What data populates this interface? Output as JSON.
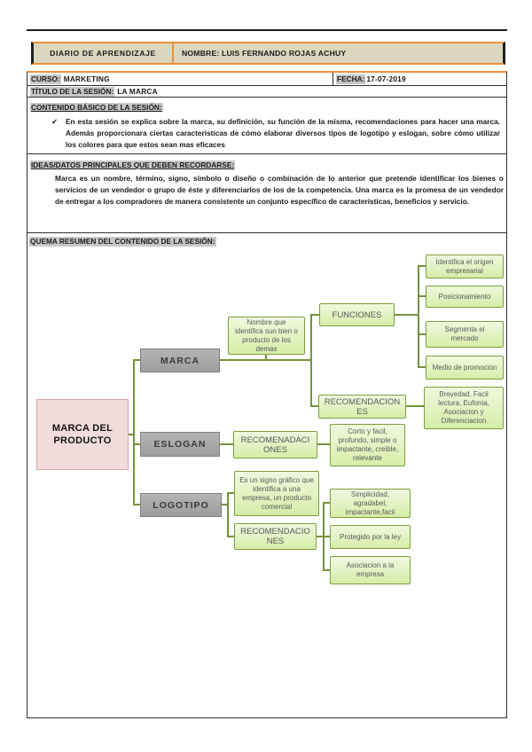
{
  "header": {
    "title": "DIARIO DE APRENDIZAJE",
    "name": "NOMBRE: LUIS FERNANDO ROJAS ACHUY"
  },
  "info": {
    "curso_label": "CURSO:",
    "curso_value": "MARKETING",
    "fecha_label": "FECHA:",
    "fecha_value": "17-07-2019",
    "titulo_label": "TÍTULO DE LA SESIÓN:",
    "titulo_value": "LA MARCA"
  },
  "contenido": {
    "heading": "CONTENIDO BÁSICO DE LA SESIÓN:",
    "bullet_icon": "✔",
    "text": "En esta sesión se explica sobre la marca, su definición, su función de la misma, recomendaciones para hacer una marca. Además proporcionara ciertas características de cómo elaborar diversos tipos de logotipo y eslogan, sobre cómo utilizar los colores para que estos sean mas eficaces"
  },
  "ideas": {
    "heading": "IDEAS/DATOS PRINCIPALES QUE DEBEN RECORDARSE:",
    "text": "Marca es un nombre, término, signo, símbolo o diseño o combinación de lo anterior que pretende identificar los bienes o servicios de un vendedor o grupo de éste y diferenciarlos de los de la competencia. Una marca es la promesa de un vendedor de entregar a los compradores de manera consistente un conjunto específico de características, beneficios y servicio."
  },
  "esquema": {
    "heading": "QUEMA RESUMEN DEL CONTENIDO DE LA SESIÓN:"
  },
  "diagram": {
    "root": "MARCA DEL PRODUCTO",
    "marca": {
      "label": "MARCA",
      "note": "Nombre que identifica sun bien o producto de los demas",
      "funciones_label": "FUNCIONES",
      "funciones_items": [
        "Identifica el origen empresarial",
        "Posicionamiento",
        "Segmenta el mercado",
        "Medio de promocion"
      ],
      "recomendaciones_label": "RECOMENDACIONES",
      "recomendaciones_detail": "Brevedad, Facil lectura, Eufonia, Asociacion y Diferenciacion"
    },
    "eslogan": {
      "label": "ESLOGAN",
      "recomendaciones_label": "RECOMENADACIONES",
      "recomendaciones_detail": "Corto y facil, profundo, simple o impactante, creible, relevante"
    },
    "logotipo": {
      "label": "LOGOTIPO",
      "definition": "Es un signo gráfico que identifica a una empresa, un producto comercial",
      "recomendaciones_label": "RECOMENDACIONES",
      "recomendaciones_items": [
        "Simplicidad, agradabel, impactante,facil",
        "Protegido por la ley",
        "Asociacion a la empresa"
      ]
    }
  },
  "colors": {
    "accent_orange": "#e8913f",
    "header_tan": "#dbd7bf",
    "highlight_gray": "#c7c7c7",
    "green_fill": "#d6eda8",
    "green_border": "#7e9d3f",
    "gray_fill": "#a7a7a7",
    "pink_fill": "#f2dcdb",
    "connector_line": "#76923c"
  }
}
